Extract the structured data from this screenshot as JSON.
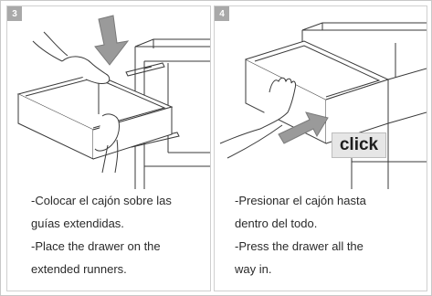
{
  "steps": [
    {
      "number": "3",
      "caption": [
        "-Colocar el cajón sobre las",
        "guías  extendidas.",
        "-Place the drawer on the",
        "extended runners."
      ]
    },
    {
      "number": "4",
      "click_label": "click",
      "caption": [
        "-Presionar el cajón hasta",
        "dentro del todo.",
        "-Press the drawer all the",
        "way in."
      ]
    }
  ],
  "colors": {
    "badge": "#a9a9a9",
    "arrow": "#9a9a9a",
    "line": "#3a3a3a"
  },
  "icons": [
    "down-arrow-icon",
    "push-arrow-icon"
  ]
}
